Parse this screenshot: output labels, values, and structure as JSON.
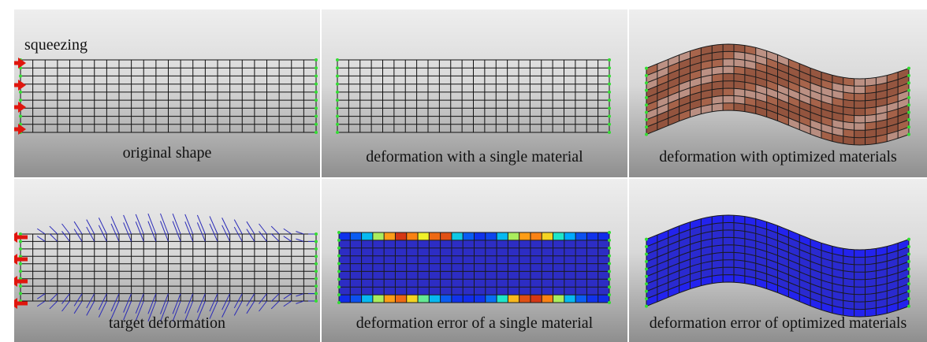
{
  "annotation": {
    "squeezing_label": "squeezing"
  },
  "panels": [
    {
      "id": "original",
      "caption": "original shape",
      "mesh": "flat",
      "fill": "none",
      "arrows": "in"
    },
    {
      "id": "single",
      "caption": "deformation with a single material",
      "mesh": "flat",
      "fill": "none",
      "arrows": "none"
    },
    {
      "id": "optimized",
      "caption": "deformation with optimized materials",
      "mesh": "wave",
      "fill": "material",
      "arrows": "none"
    },
    {
      "id": "target",
      "caption": "target deformation",
      "mesh": "flat",
      "fill": "none",
      "arrows": "out",
      "vectors": true
    },
    {
      "id": "error-single",
      "caption": "deformation error of a single material",
      "mesh": "flat",
      "fill": "error",
      "arrows": "none"
    },
    {
      "id": "error-optimized",
      "caption": "deformation error of optimized materials",
      "mesh": "wave",
      "fill": "blue",
      "arrows": "none"
    }
  ],
  "colors": {
    "background_top": "#eeeeee",
    "background_bottom": "#8e8e8e",
    "mesh_line": "#111111",
    "boundary_marker": "#33dd33",
    "force_arrow": "#e0160e",
    "vector": "#2a2ab8",
    "material_fill": "#a0523a",
    "error_low": "#1b1be6"
  },
  "error_heat_top": [
    0.05,
    0.12,
    0.3,
    0.55,
    0.75,
    0.95,
    0.8,
    0.6,
    0.85,
    0.9,
    0.35,
    0.12,
    0.05,
    0.08,
    0.3,
    0.55,
    0.75,
    0.8,
    0.65,
    0.45,
    0.25,
    0.1,
    0.05,
    0.04
  ],
  "error_heat_bottom": [
    0.04,
    0.1,
    0.3,
    0.55,
    0.75,
    0.85,
    0.65,
    0.5,
    0.3,
    0.12,
    0.05,
    0.04,
    0.05,
    0.15,
    0.45,
    0.7,
    0.9,
    0.95,
    0.8,
    0.55,
    0.3,
    0.12,
    0.05,
    0.04
  ]
}
